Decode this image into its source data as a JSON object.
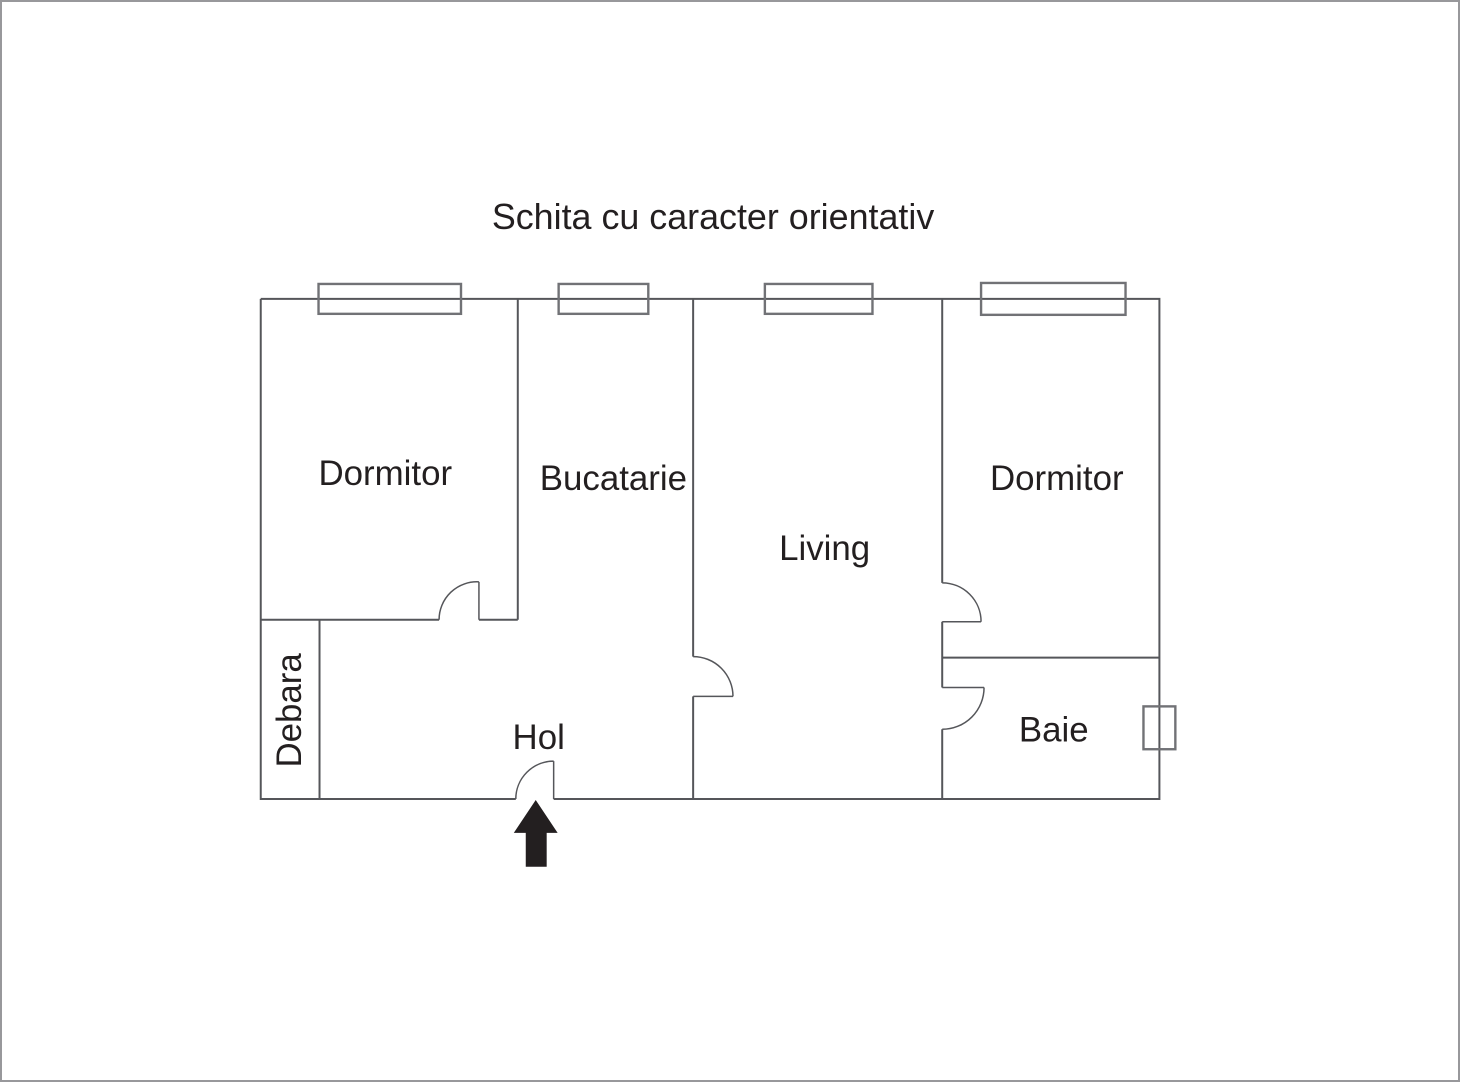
{
  "title": "Schita cu caracter orientativ",
  "rooms": {
    "dormitor_left": {
      "label": "Dormitor"
    },
    "bucatarie": {
      "label": "Bucatarie"
    },
    "living": {
      "label": "Living"
    },
    "dormitor_right": {
      "label": "Dormitor"
    },
    "debara": {
      "label": "Debara"
    },
    "hol": {
      "label": "Hol"
    },
    "baie": {
      "label": "Baie"
    }
  },
  "icons": {
    "entrance_arrow": "filled-up-arrow"
  },
  "plan_elements": {
    "window_count": 5,
    "door_count": 5,
    "entrance_location": "bottom-center"
  },
  "colors": {
    "wall": "#55565a",
    "window": "#717276",
    "door": "#55565a",
    "text": "#231f20",
    "arrow": "#231f20",
    "canvas_border": "#98989b",
    "background": "#ffffff"
  }
}
